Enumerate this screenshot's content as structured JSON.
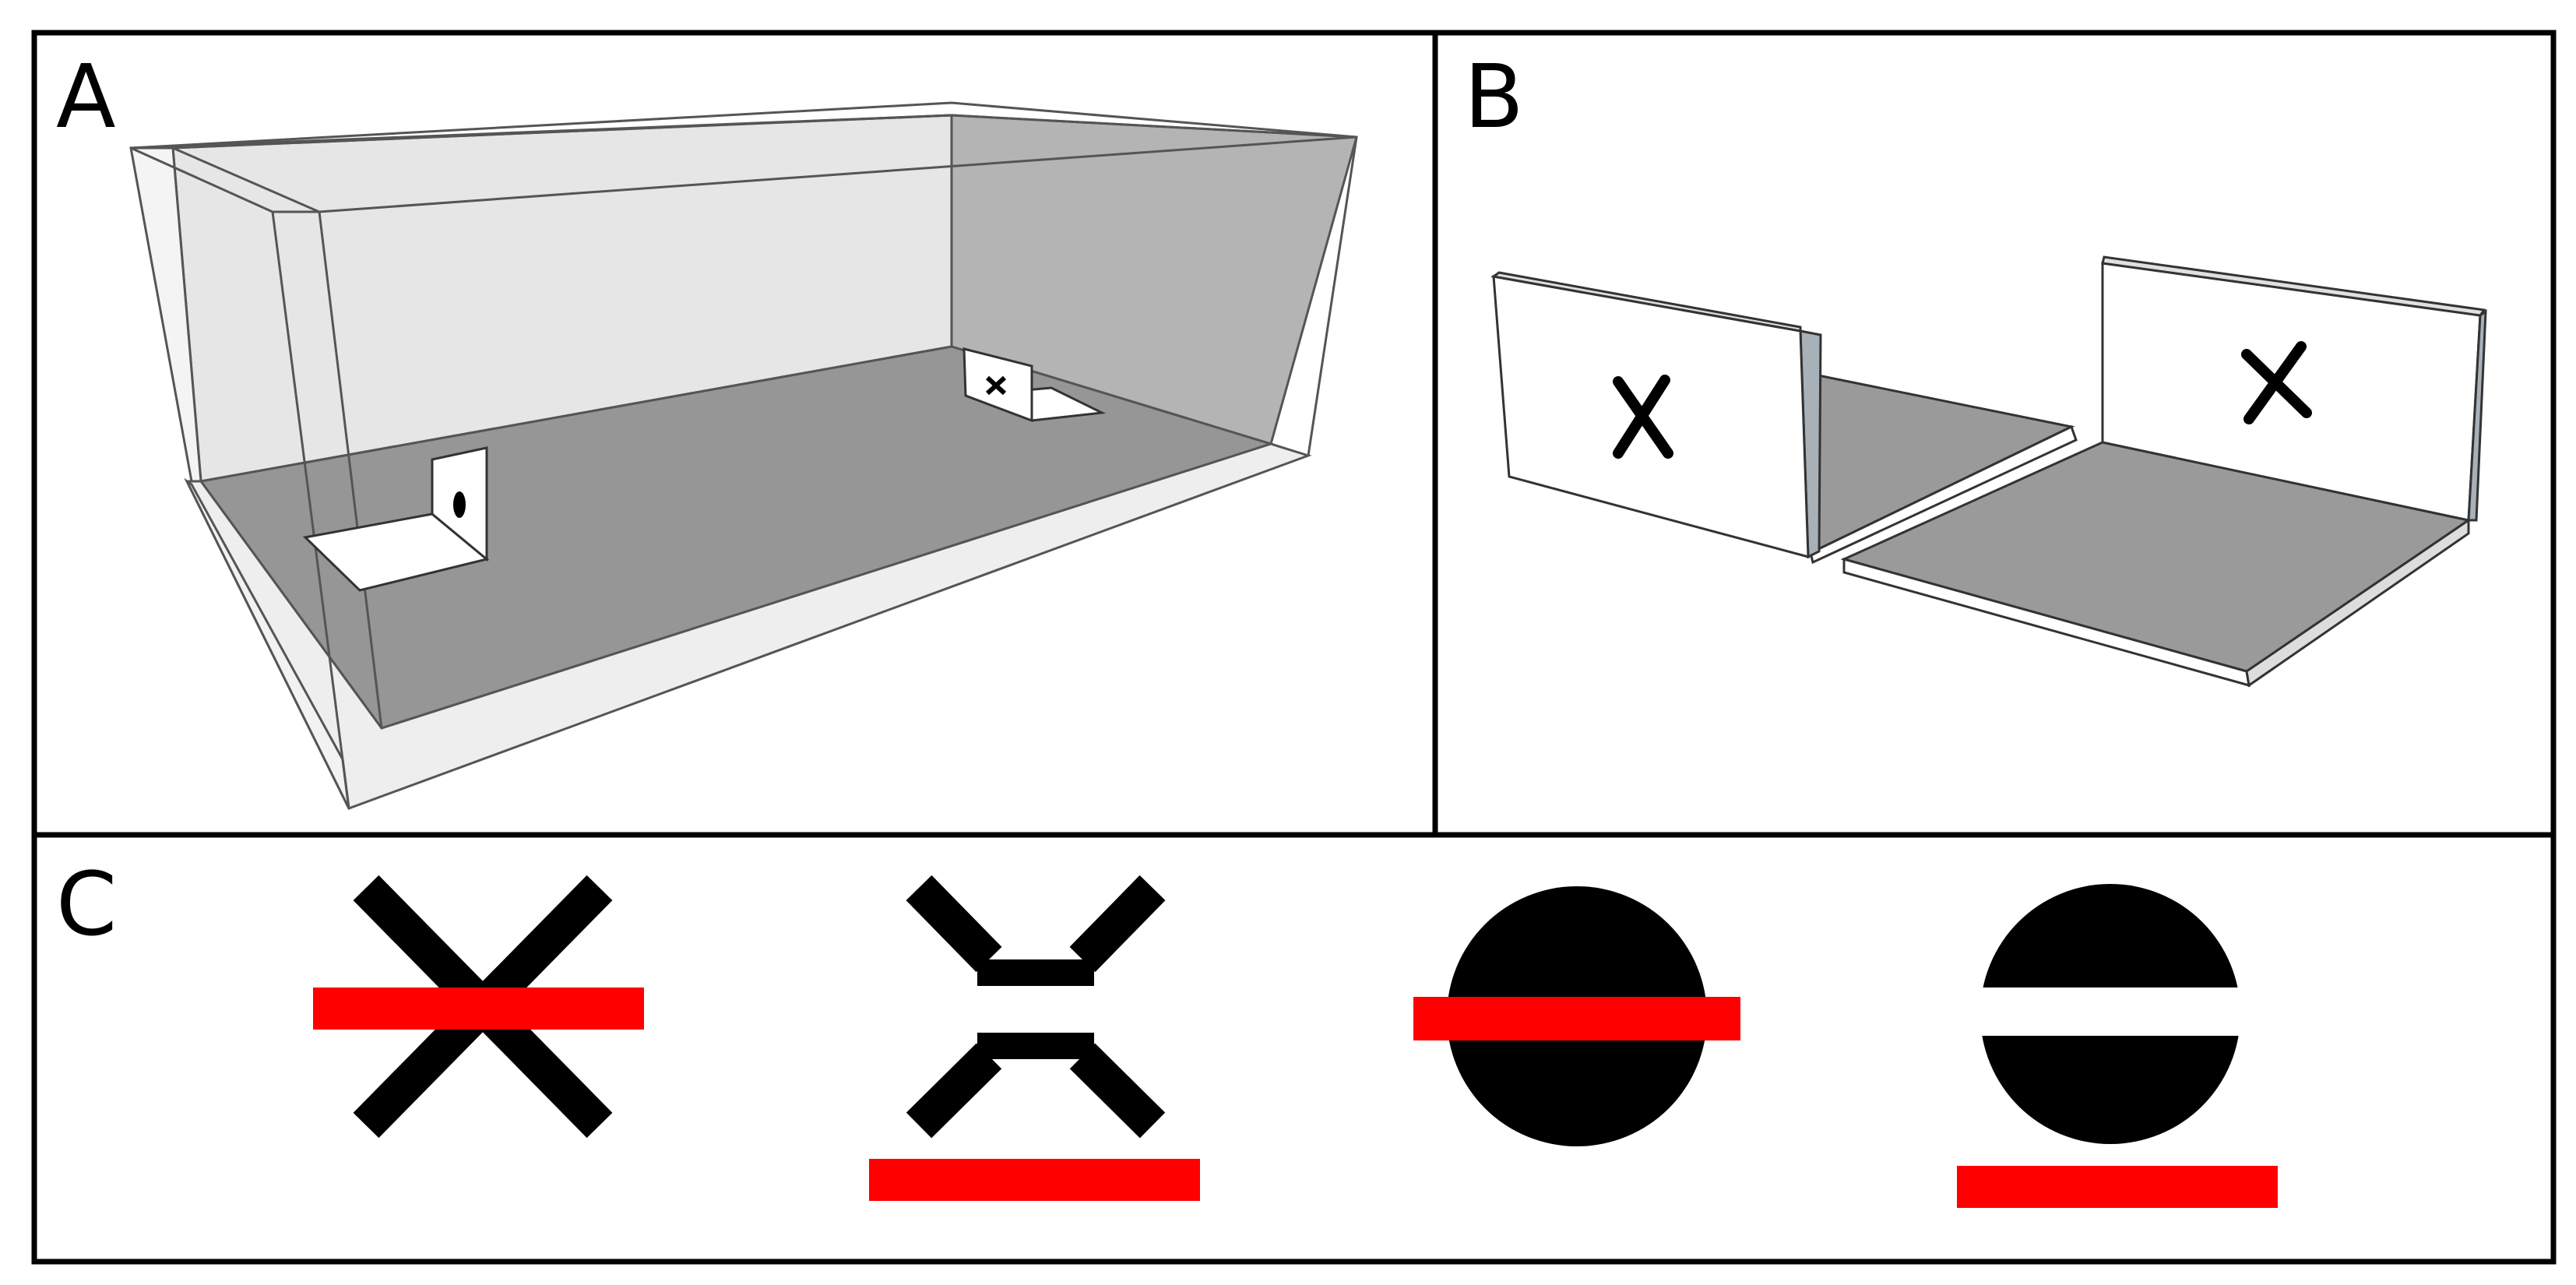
{
  "panels": {
    "a": {
      "label": "A"
    },
    "b": {
      "label": "B"
    },
    "c": {
      "label": "C"
    }
  },
  "colors": {
    "border": "#000000",
    "floor": "#969696",
    "wall_light": "#e6e6e6",
    "wall_dark": "#b4b4b4",
    "bar": "#ff0000",
    "symbol": "#000000",
    "card": "#ffffff"
  }
}
